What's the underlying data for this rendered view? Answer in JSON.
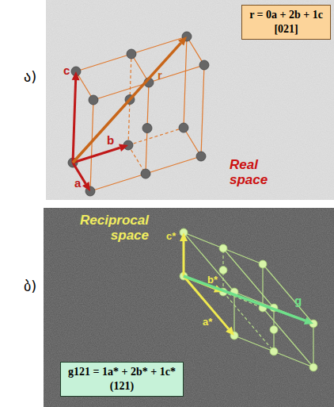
{
  "diagram": {
    "nodes": [
      {
        "text": [
          "r = 0a + 2b + 1c",
          "[021]"
        ]
      },
      {
        "text": [
          "g121 = 1a* + 2b* + 1c*",
          "(121)"
        ]
      }
    ],
    "labels": [
      "ა)",
      "c",
      "r",
      "b",
      "a",
      "Real space",
      "Reciprocal space",
      "c*",
      "b*",
      "g",
      "ბ)",
      "a*"
    ]
  }
}
